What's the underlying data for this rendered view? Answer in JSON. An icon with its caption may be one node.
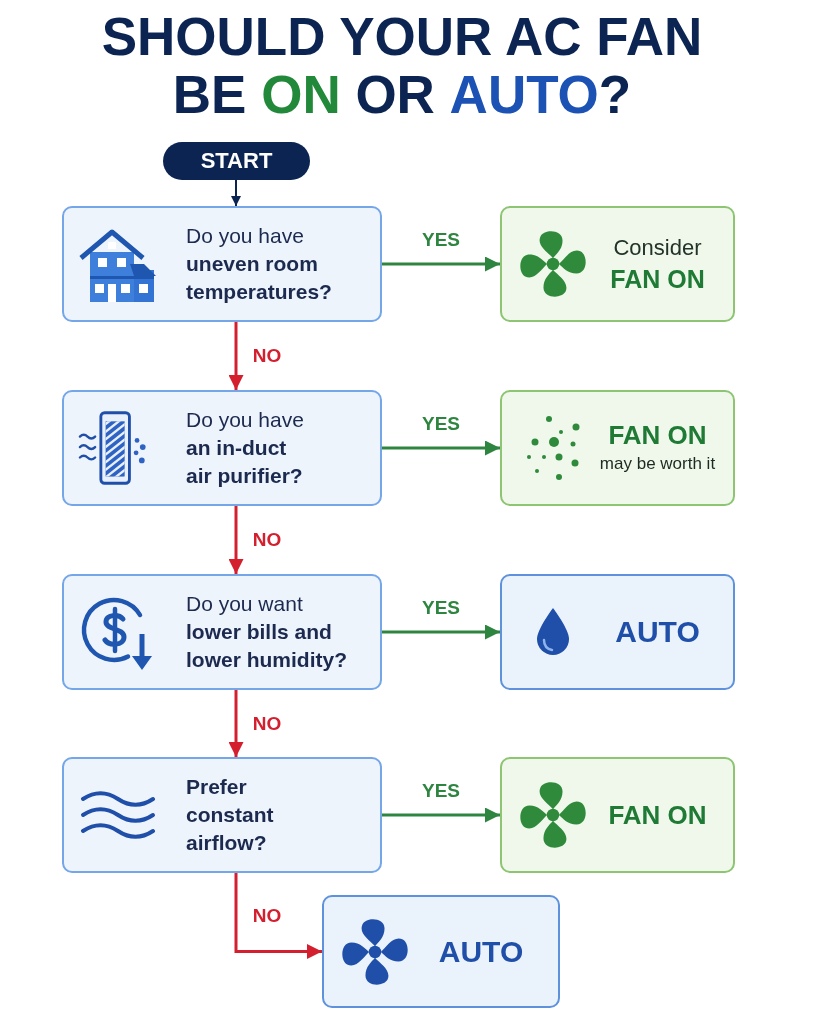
{
  "diagram": {
    "title": "SHOULD YOUR AC FAN BE **ON** OR **AUTO**?",
    "nodes": [
      {
        "text": [
          "START"
        ]
      },
      {
        "text": [
          "Do you have **uneven room temperatures?**"
        ]
      },
      {
        "text": [
          "Consider",
          "FAN ON"
        ]
      },
      {
        "text": [
          "Do you have **an in-duct air purifier?**"
        ]
      },
      {
        "text": [
          "FAN ON",
          "may be worth it"
        ]
      },
      {
        "text": [
          "Do you want **lower bills and lower humidity?**"
        ]
      },
      {
        "text": [
          "AUTO"
        ]
      },
      {
        "text": [
          "Prefer constant airflow?"
        ]
      },
      {
        "text": [
          "FAN ON"
        ]
      },
      {
        "text": [
          "AUTO"
        ]
      }
    ],
    "edges": [
      {
        "from": 0,
        "to": 1,
        "arrow": "to",
        "color": "#0b2452"
      },
      {
        "from": 1,
        "to": 2,
        "arrow": "to",
        "label": "YES",
        "color": "#2e8540"
      },
      {
        "from": 1,
        "to": 3,
        "arrow": "to",
        "label": "NO",
        "color": "#d31f2e"
      },
      {
        "from": 3,
        "to": 4,
        "arrow": "to",
        "label": "YES",
        "color": "#2e8540"
      },
      {
        "from": 3,
        "to": 5,
        "arrow": "to",
        "label": "NO",
        "color": "#d31f2e"
      },
      {
        "from": 5,
        "to": 6,
        "arrow": "to",
        "label": "YES",
        "color": "#2e8540"
      },
      {
        "from": 5,
        "to": 7,
        "arrow": "to",
        "label": "NO",
        "color": "#d31f2e"
      },
      {
        "from": 7,
        "to": 8,
        "arrow": "to",
        "label": "YES",
        "color": "#2e8540"
      },
      {
        "from": 7,
        "to": 9,
        "arrow": "to",
        "label": "NO",
        "color": "#d31f2e"
      }
    ]
  }
}
